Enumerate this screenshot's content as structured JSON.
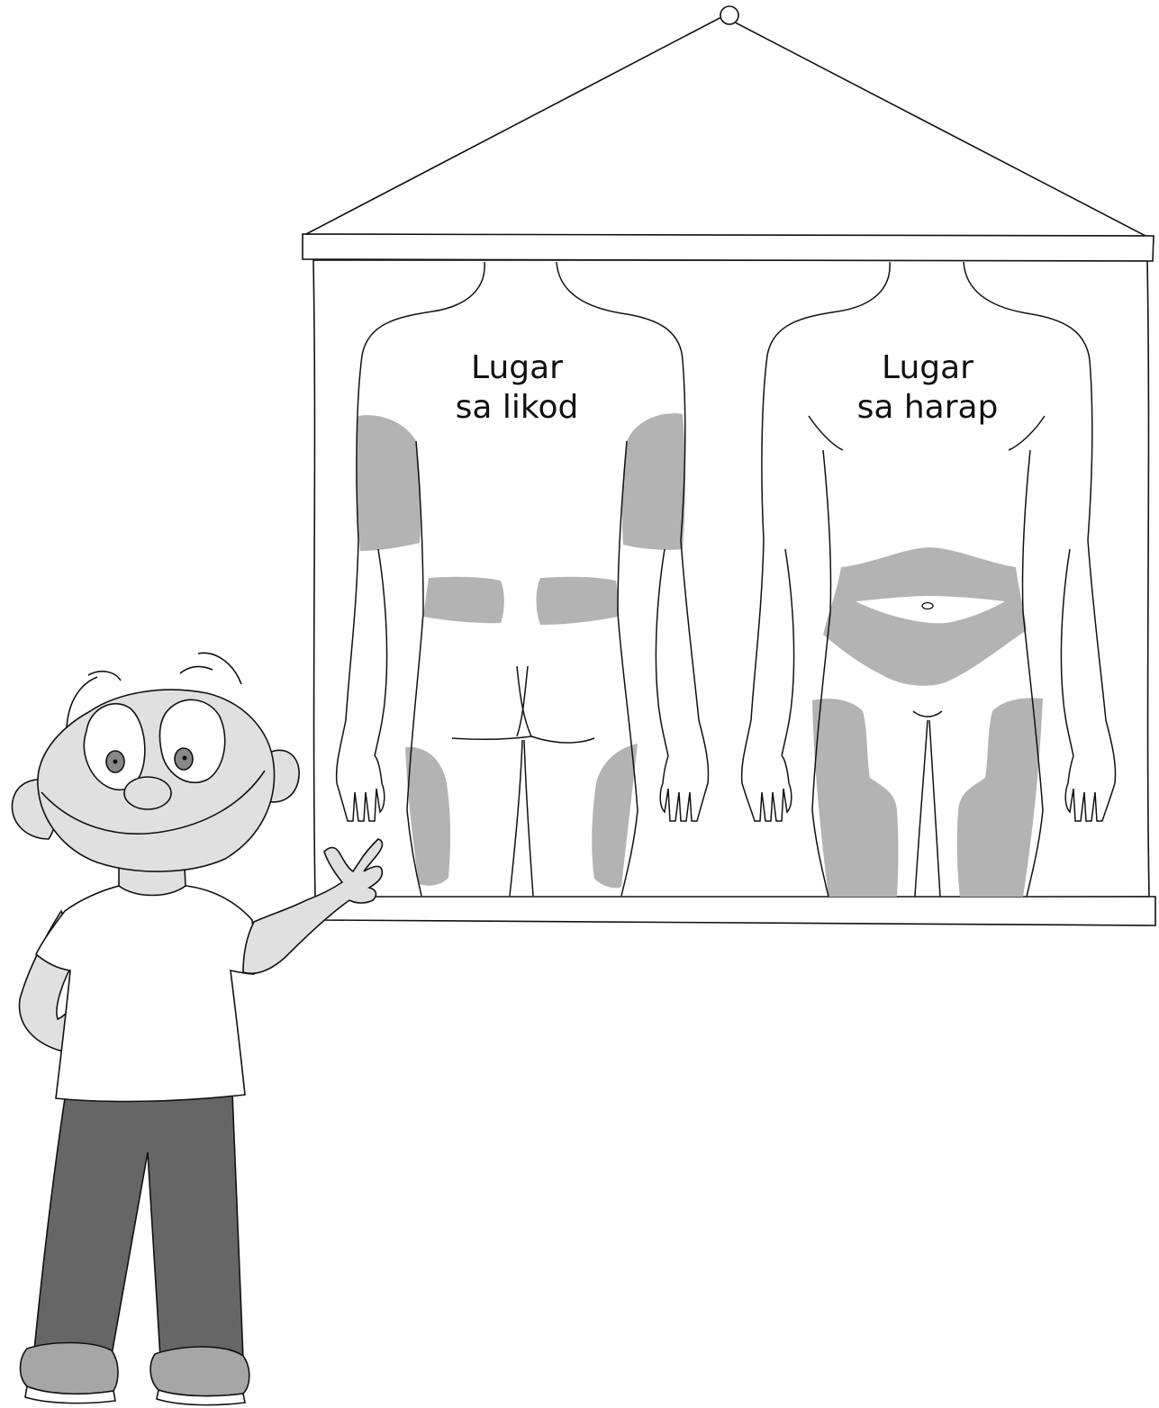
{
  "poster": {
    "back_label_line1": "Lugar",
    "back_label_line2": "sa likod",
    "front_label_line1": "Lugar",
    "front_label_line2": "sa harap"
  },
  "colors": {
    "injection_zone": "#b3b3b3",
    "character_skin": "#e0e0e0",
    "pants": "#666666",
    "shoes": "#a6a6a6",
    "outline": "#111111",
    "background": "#ffffff"
  }
}
